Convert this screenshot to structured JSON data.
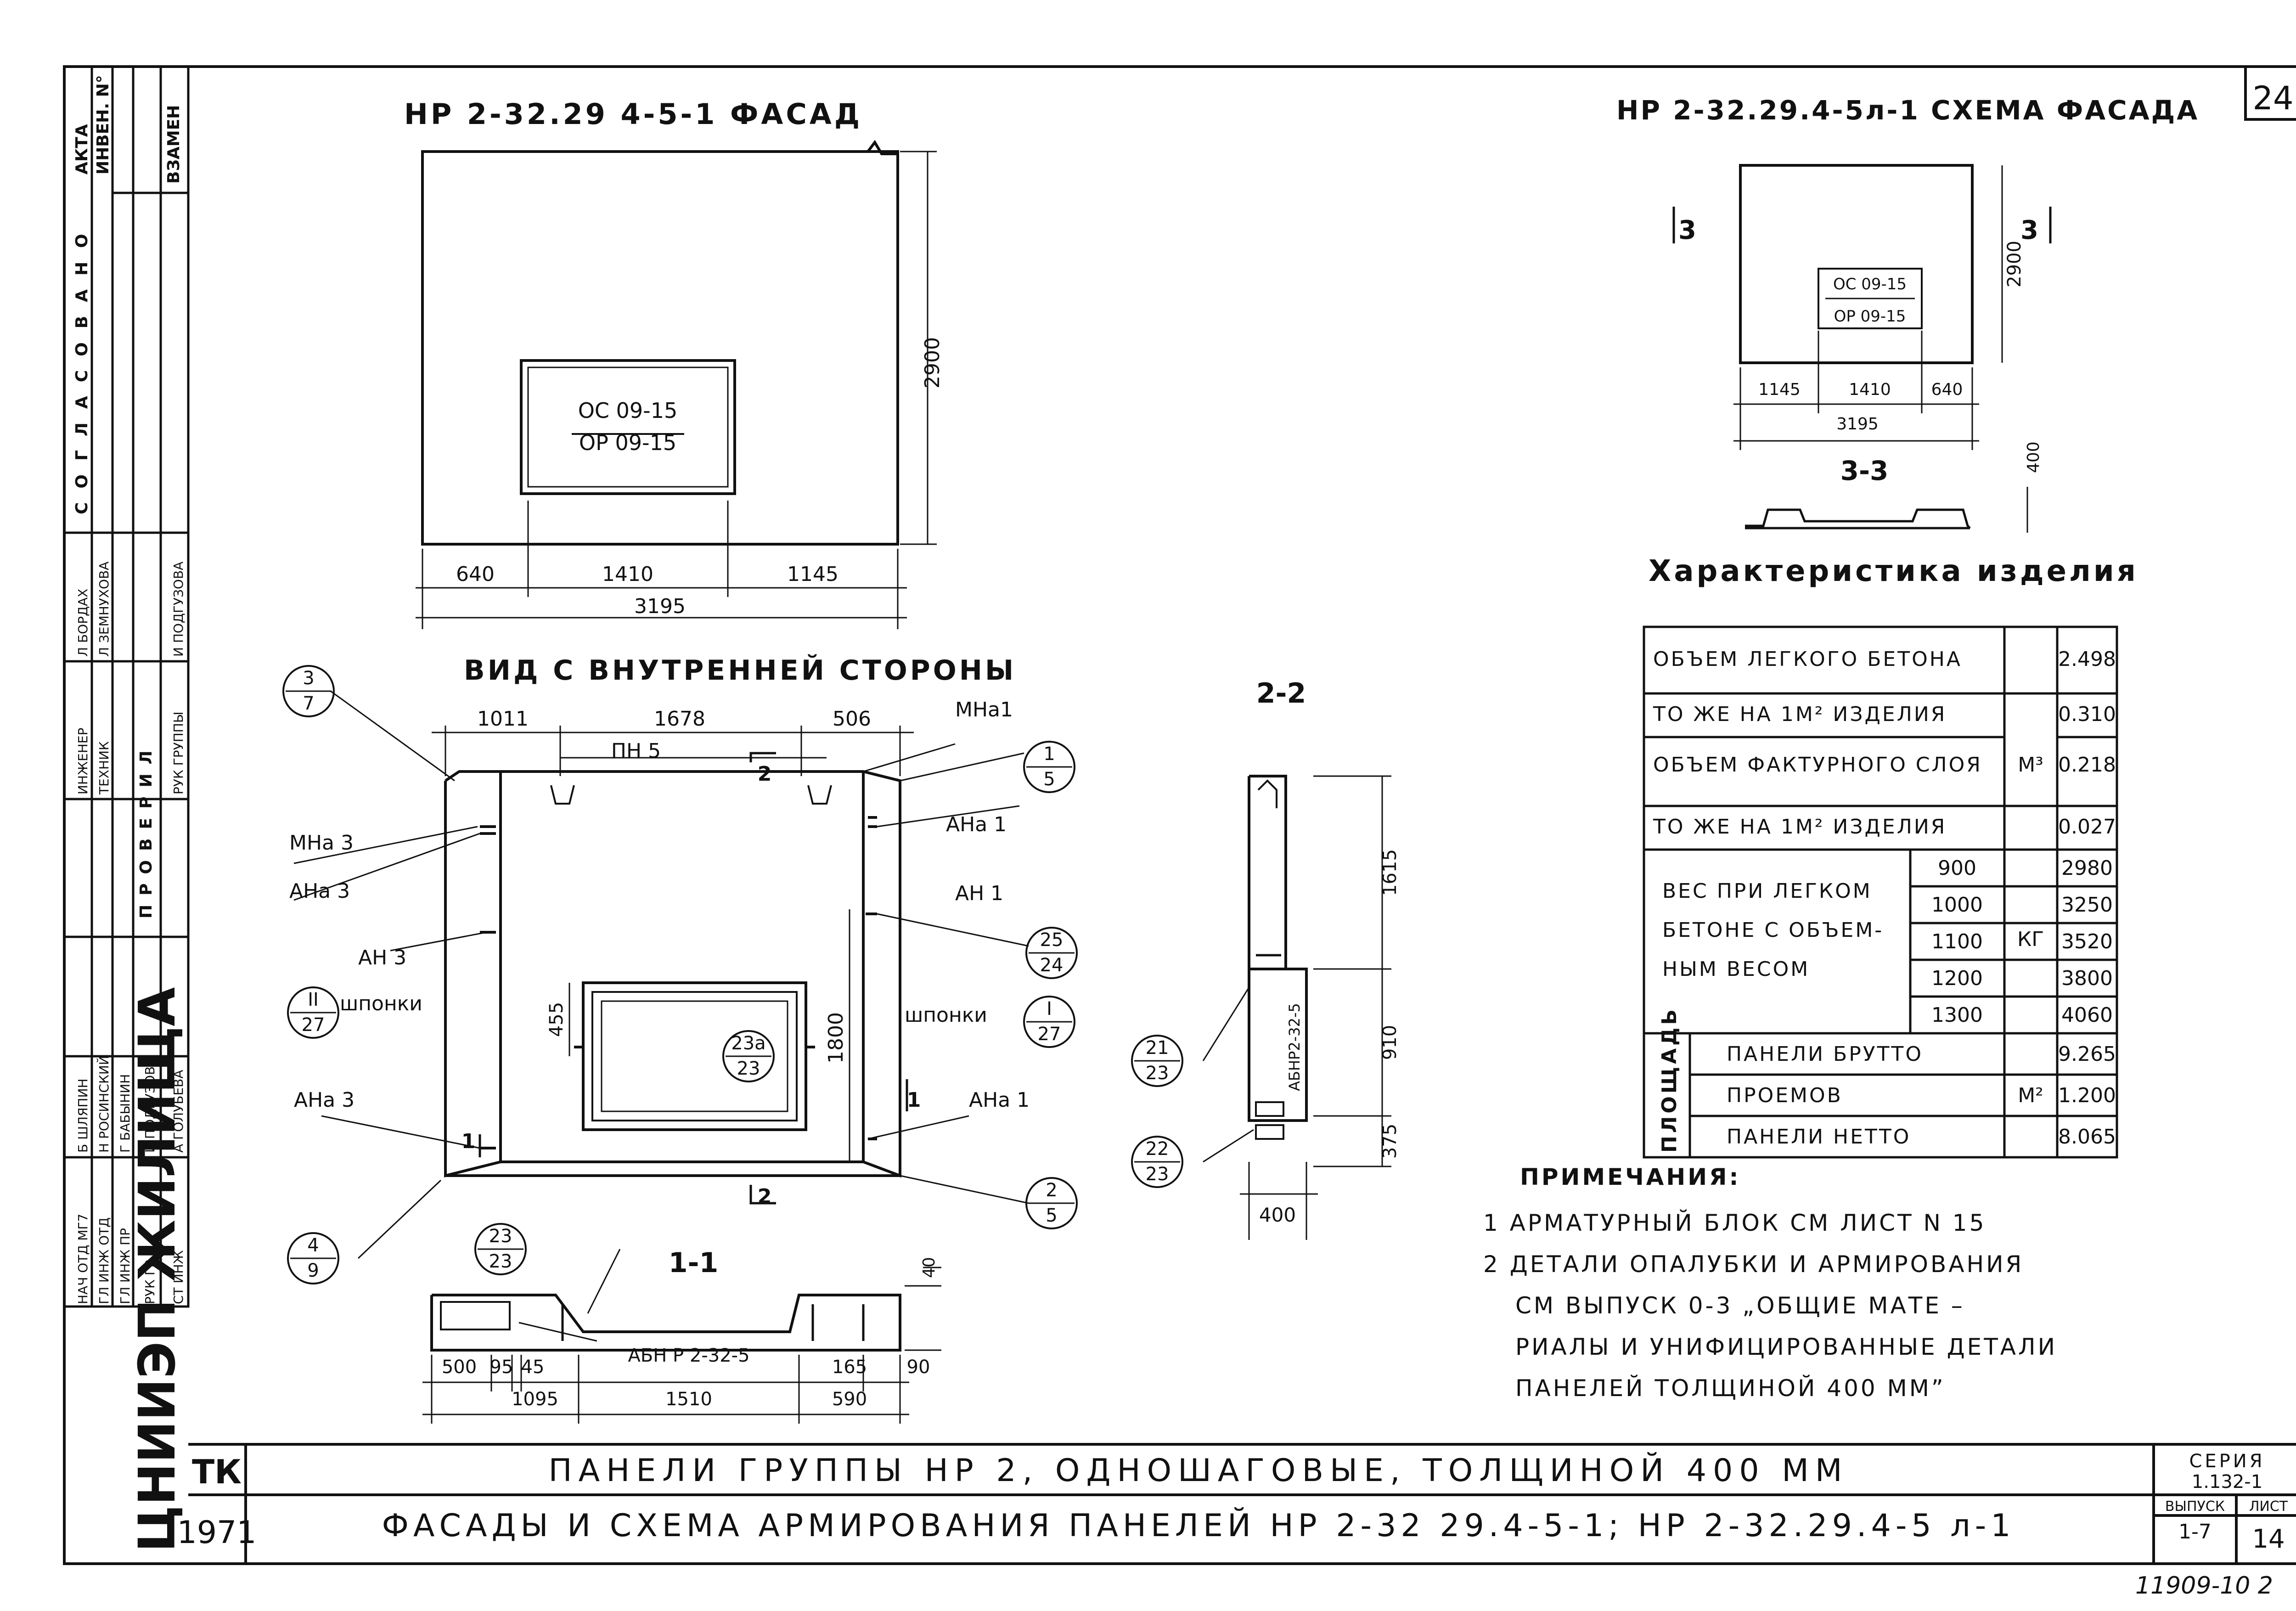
{
  "page_number": "24",
  "facade_left_title": "НР 2-32.29 4-5-1 ФАСАД",
  "facade_right_title": "НР 2-32.29.4-5л-1 СХЕМА ФАСАДА",
  "window_label_top": "ОС 09-15",
  "window_label_bottom": "ОР 09-15",
  "dims": {
    "height_2900": "2900",
    "w640": "640",
    "w1410": "1410",
    "w1145": "1145",
    "w3195": "3195",
    "h400": "400",
    "top1011": "1011",
    "top1678": "1678",
    "top506": "506",
    "h455": "455",
    "h1800": "1800",
    "h1615": "1615",
    "h910": "910",
    "h375": "375",
    "s500": "500",
    "s95": "95",
    "s45": "45",
    "s1095": "1095",
    "s1510": "1510",
    "s165": "165",
    "s90": "90",
    "s590": "590",
    "s40": "40"
  },
  "inner_view_title": "ВИД С ВНУТРЕННЕЙ СТОРОНЫ",
  "section_33": "3-3",
  "section_22": "2-2",
  "section_11": "1-1",
  "cut_marks": {
    "c1": "1",
    "c2": "2",
    "c3": "3"
  },
  "labels": {
    "pn5": "ПН 5",
    "mna1": "МНа1",
    "mna3": "МНа 3",
    "ana3": "АНа 3",
    "ana1": "АНа 1",
    "an1": "АН 1",
    "an3": "АН 3",
    "shponki": "шпонки",
    "abnr": "АБН Р 2-32-5",
    "abnr_v": "АБНР2-32-5"
  },
  "bubbles": [
    {
      "top": "3",
      "bottom": "7"
    },
    {
      "top": "1",
      "bottom": "5"
    },
    {
      "top": "25",
      "bottom": "24"
    },
    {
      "top": "II",
      "bottom": "27"
    },
    {
      "top": "I",
      "bottom": "27"
    },
    {
      "top": "23а",
      "bottom": "23"
    },
    {
      "top": "2",
      "bottom": "5"
    },
    {
      "top": "4",
      "bottom": "9"
    },
    {
      "top": "23",
      "bottom": "23"
    },
    {
      "top": "21",
      "bottom": "23"
    },
    {
      "top": "22",
      "bottom": "23"
    }
  ],
  "characteristics": {
    "title": "Характеристика изделия",
    "rows": [
      {
        "name": "ОБЪЕМ ЛЕГКОГО БЕТОНА",
        "value": "2.498"
      },
      {
        "name": "ТО ЖЕ НА 1М² ИЗДЕЛИЯ",
        "value": "0.310"
      },
      {
        "name": "ОБЪЕМ ФАКТУРНОГО СЛОЯ",
        "value": "0.218"
      },
      {
        "name": "ТО ЖЕ НА 1М² ИЗДЕЛИЯ",
        "value": "0.027"
      }
    ],
    "unit_volume": "М³",
    "weight_label": [
      "ВЕС ПРИ ЛЕГКОМ",
      "БЕТОНЕ С ОБЪЕМ-",
      "НЫМ ВЕСОМ"
    ],
    "weight_unit": "КГ",
    "weights": [
      {
        "density": "900",
        "value": "2980"
      },
      {
        "density": "1000",
        "value": "3250"
      },
      {
        "density": "1100",
        "value": "3520"
      },
      {
        "density": "1200",
        "value": "3800"
      },
      {
        "density": "1300",
        "value": "4060"
      }
    ],
    "area_label": "ПЛОЩАДЬ",
    "area_unit": "М²",
    "areas": [
      {
        "name": "ПАНЕЛИ БРУТТО",
        "value": "9.265"
      },
      {
        "name": "ПРОЕМОВ",
        "value": "1.200"
      },
      {
        "name": "ПАНЕЛИ НЕТТО",
        "value": "8.065"
      }
    ]
  },
  "notes": {
    "title": "ПРИМЕЧАНИЯ:",
    "lines": [
      "1 АРМАТУРНЫЙ БЛОК СМ ЛИСТ N 15",
      "2 ДЕТАЛИ ОПАЛУБКИ И АРМИРОВАНИЯ",
      "СМ ВЫПУСК 0-3 „ОБЩИЕ МАТЕ –",
      "РИАЛЫ И УНИФИЦИРОВАННЫЕ ДЕТАЛИ",
      "ПАНЕЛЕЙ ТОЛЩИНОЙ 400 ММ”"
    ]
  },
  "title_block": {
    "org": "ЦНИИЭП ЖИЛИЩА",
    "tk": "ТК",
    "year": "1971",
    "line1": "ПАНЕЛИ ГРУППЫ НР 2, ОДНОШАГОВЫЕ, ТОЛЩИНОЙ 400 ММ",
    "line2": "ФАСАДЫ И СХЕМА АРМИРОВАНИЯ ПАНЕЛЕЙ НР 2-32 29.4-5-1; НР 2-32.29.4-5 л-1",
    "series_label": "СЕРИЯ",
    "series": "1.132-1",
    "issue_label": "ВЫПУСК",
    "issue": "1-7",
    "sheet_label": "ЛИСТ",
    "sheet": "14",
    "footer_number": "11909-10 2"
  },
  "sidebar": {
    "agreed": "СОГЛАСОВАНО",
    "act": "АКТА",
    "inv": "ИНВЕН. N°",
    "replace": "ВЗАМЕН",
    "checked": "ПРОВЕРИЛ",
    "roles": [
      {
        "role": "НАЧ ОТД МГ7",
        "name": "Б ШЛЯПИН"
      },
      {
        "role": "ГЛ ИНЖ ОТД",
        "name": "Н РОСИНСКИЙ"
      },
      {
        "role": "ГЛ ИНЖ ПР",
        "name": "Г БАБЫНИН"
      },
      {
        "role": "РУК ГР",
        "name": "И ПОДГУЗОВА"
      },
      {
        "role": "СТ ИНЖ",
        "name": "А ГОЛУБЕВА"
      }
    ],
    "roles2": [
      {
        "role": "ИНЖЕНЕР",
        "name": "Л БОРДАХ"
      },
      {
        "role": "ТЕХНИК",
        "name": "Л ЗЕМНУХОВА"
      },
      {
        "role": "РУК ГРУППЫ",
        "name": "И ПОДГУЗОВА"
      }
    ]
  }
}
